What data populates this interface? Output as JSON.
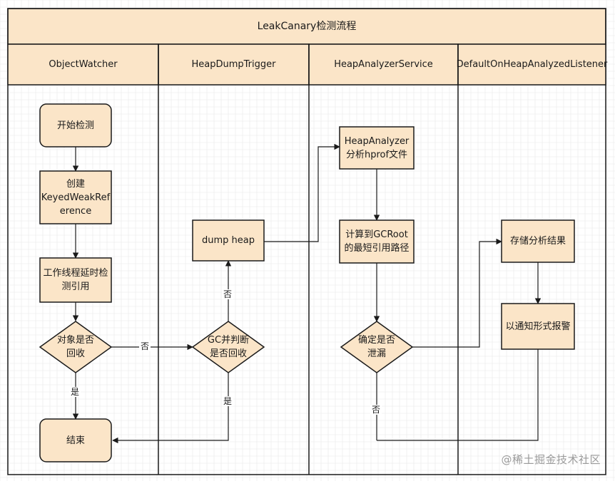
{
  "title": "LeakCanary检测流程",
  "lanes": [
    "ObjectWatcher",
    "HeapDumpTrigger",
    "HeapAnalyzerService",
    "DefaultOnHeapAnalyzedListener"
  ],
  "nodes": {
    "start": "开始检测",
    "create_ref": "创建\nKeyedWeakRef\nerence",
    "delay_check": "工作线程延时检\n测引用",
    "is_recycled": "对象是否\n回收",
    "end": "结束",
    "dump_heap": "dump heap",
    "gc_check": "GC并判断\n是否回收",
    "heap_analyzer": "HeapAnalyzer\n分析hprof文件",
    "compute_path": "计算到GCRoot\n的最短引用路径",
    "is_leak": "确定是否\n泄漏",
    "store_result": "存储分析结果",
    "notify": "以通知形式报警"
  },
  "edge_labels": {
    "recycled_no": "否",
    "recycled_yes": "是",
    "gc_no": "否",
    "gc_yes": "是",
    "leak_no": "否"
  },
  "watermark": "@稀土掘金技术社区",
  "colors": {
    "header_fill": "#fbe5c8",
    "node_fill": "#fbe5c8",
    "stroke": "#1a1a1a",
    "grid": "#e8e8e8"
  }
}
